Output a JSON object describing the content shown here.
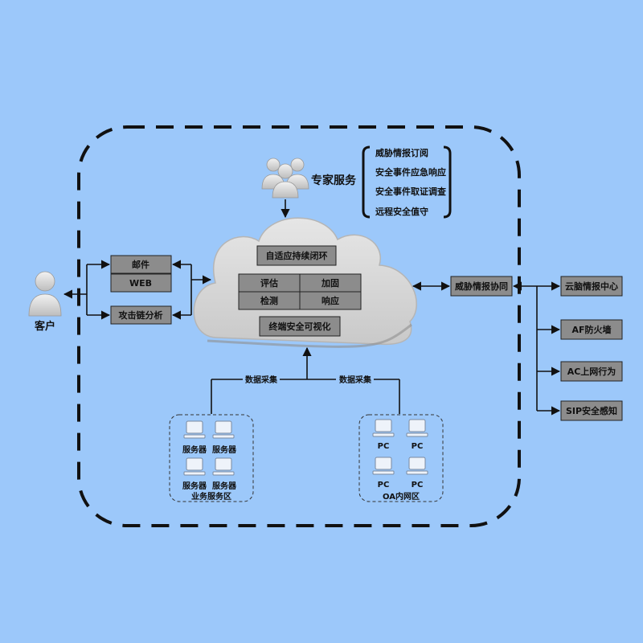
{
  "expert_service": {
    "label": "专家服务",
    "items": [
      "威胁情报订阅",
      "安全事件应急响应",
      "安全事件取证调查",
      "远程安全值守"
    ]
  },
  "customer": {
    "label": "客户"
  },
  "left_boxes": {
    "mail": "邮件",
    "web": "WEB",
    "attack_chain": "攻击链分析"
  },
  "cloud": {
    "title": "自适应持续闭环",
    "grid": [
      "评估",
      "加固",
      "检测",
      "响应"
    ],
    "bottom": "终端安全可视化"
  },
  "threat_sync": "威胁情报协同",
  "right_items": [
    "云脑情报中心",
    "AF防火墙",
    "AC上网行为",
    "SIP安全感知"
  ],
  "data_collect": [
    "数据采集",
    "数据采集"
  ],
  "business_zone": {
    "label": "业务服务区",
    "servers": [
      "服务器",
      "服务器",
      "服务器",
      "服务器"
    ]
  },
  "oa_zone": {
    "label": "OA内网区",
    "pcs": [
      "PC",
      "PC",
      "PC",
      "PC"
    ]
  },
  "colors": {
    "background": "#9cc8fa",
    "box_fill": "#8c8c8c",
    "cloud_fill": "#d9d9d9"
  }
}
